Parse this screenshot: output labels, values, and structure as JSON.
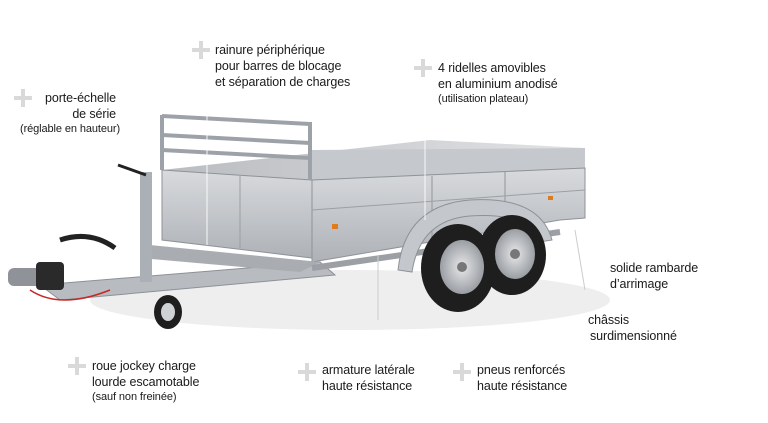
{
  "callouts": {
    "porte_echelle": {
      "lines": [
        "porte-échelle",
        "de série"
      ],
      "sub": "(réglable en hauteur)"
    },
    "rainure": {
      "lines": [
        "rainure périphérique",
        "pour barres de blocage",
        "et séparation de charges"
      ]
    },
    "ridelles": {
      "lines": [
        "4 ridelles amovibles",
        "en aluminium anodisé"
      ],
      "sub": "(utilisation plateau)"
    },
    "rambarde": {
      "lines": [
        "solide rambarde",
        "d’arrimage"
      ]
    },
    "chassis": {
      "lines": [
        "châssis",
        "surdimensionné"
      ]
    },
    "roue_jockey": {
      "lines": [
        "roue jockey charge",
        "lourde escamotable"
      ],
      "sub": "(sauf non freinée)"
    },
    "armature": {
      "lines": [
        "armature latérale",
        "haute résistance"
      ]
    },
    "pneus": {
      "lines": [
        "pneus renforcés",
        "haute résistance"
      ]
    }
  },
  "colors": {
    "text": "#1a1a1a",
    "plus_icon": "#d9d9d9",
    "aluminium": "#c9ccd0",
    "tire": "#1e1e1e",
    "warning_light": "#e07a1f"
  }
}
